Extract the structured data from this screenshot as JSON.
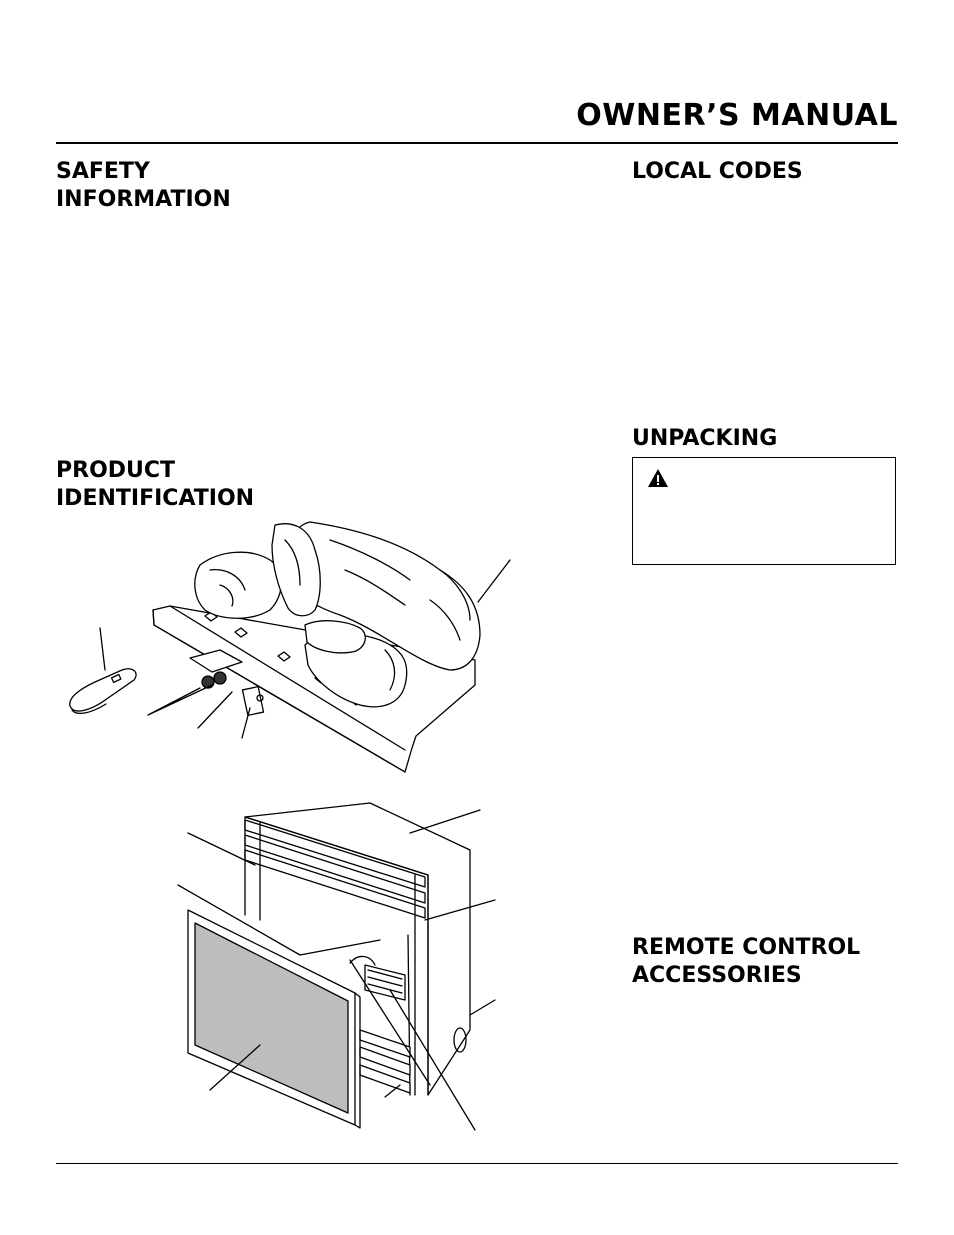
{
  "header": {
    "title": "OWNER’S MANUAL"
  },
  "sections": {
    "safety": {
      "line1": "SAFETY",
      "line2": "INFORMATION"
    },
    "product": {
      "line1": "PRODUCT",
      "line2": "IDENTIFICATION"
    },
    "local_codes": {
      "title": "LOCAL CODES"
    },
    "unpacking": {
      "title": "UNPACKING"
    },
    "remote": {
      "line1": "REMOTE CONTROL",
      "line2": "ACCESSORIES"
    }
  },
  "warning": {
    "icon": "warning-triangle-icon"
  }
}
